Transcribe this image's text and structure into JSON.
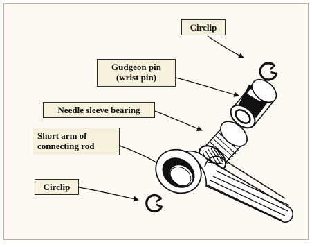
{
  "diagram": {
    "labels": {
      "circlip_top": "Circlip",
      "gudgeon_line1": "Gudgeon pin",
      "gudgeon_line2": "(wrist pin)",
      "needle_bearing": "Needle sleeve bearing",
      "short_arm_line1": "Short arm of",
      "short_arm_line2": "connecting rod",
      "circlip_bottom": "Circlip"
    },
    "colors": {
      "background": "#fcfaf2",
      "label_fill": "#f6f1dc",
      "ink": "#111111"
    }
  }
}
